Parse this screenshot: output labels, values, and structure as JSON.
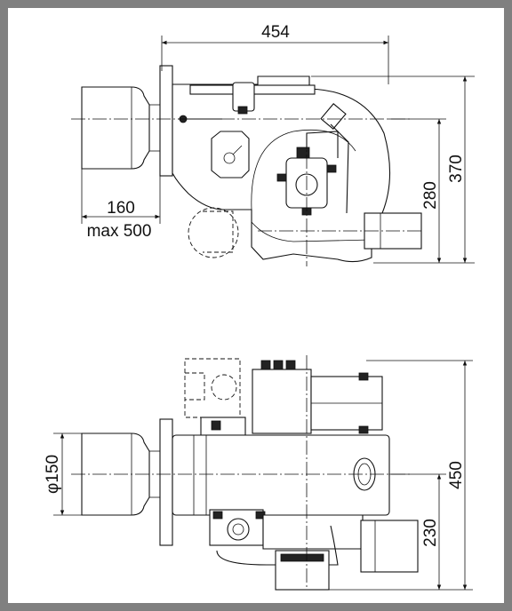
{
  "dimensions": {
    "top_width": "454",
    "top_total_height": "370",
    "top_axis_height": "280",
    "top_tube_length": "160",
    "top_tube_max": "max 500",
    "bottom_diameter": "φ150",
    "bottom_total_height": "450",
    "bottom_axis_height": "230"
  }
}
